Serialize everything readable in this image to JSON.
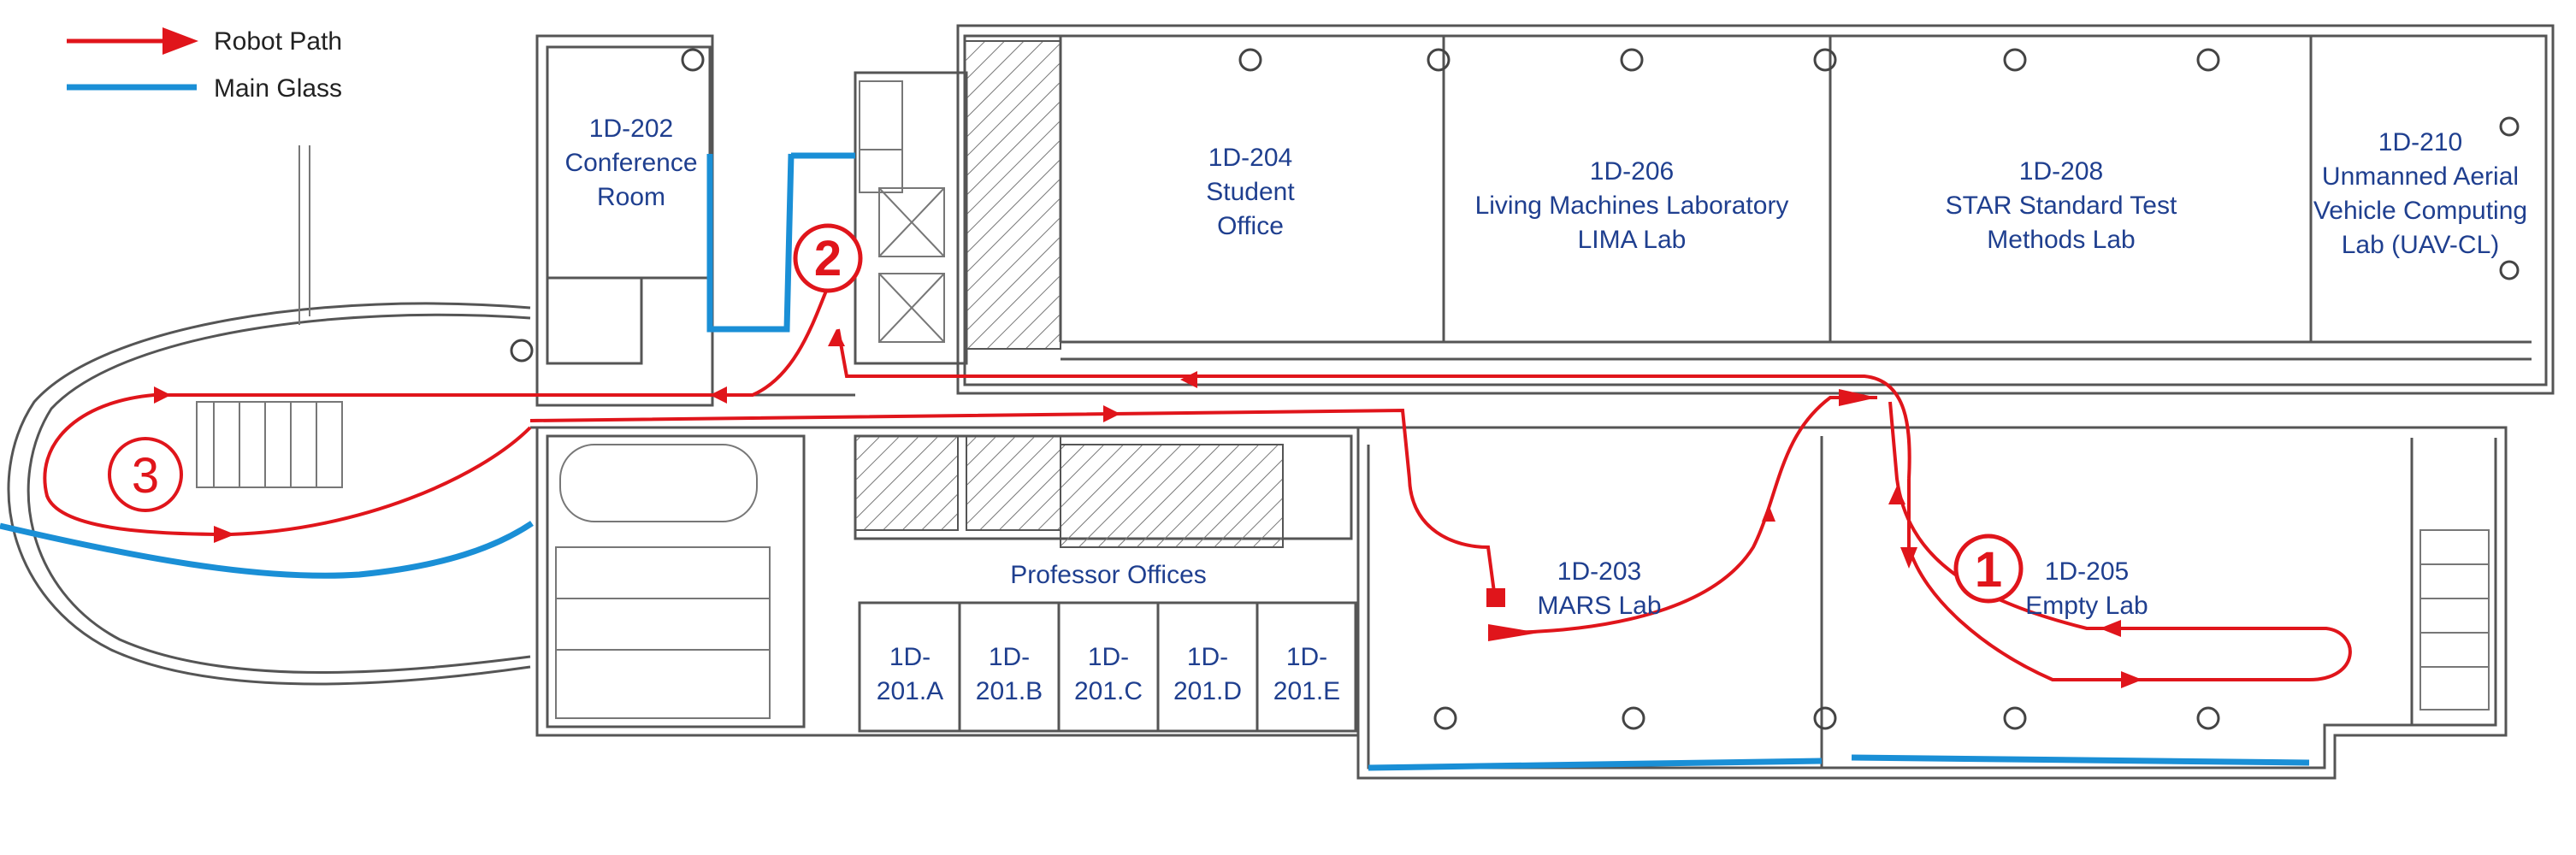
{
  "legend": {
    "robot_path": "Robot Path",
    "main_glass": "Main Glass"
  },
  "rooms": {
    "r202": [
      "1D-202",
      "Conference",
      "Room"
    ],
    "r204": [
      "1D-204",
      "Student",
      "Office"
    ],
    "r206": [
      "1D-206",
      "Living Machines Laboratory",
      "LIMA Lab"
    ],
    "r208": [
      "1D-208",
      "STAR Standard Test",
      "Methods Lab"
    ],
    "r210": [
      "1D-210",
      "Unmanned Aerial",
      "Vehicle Computing",
      "Lab (UAV-CL)"
    ],
    "r203": [
      "1D-203",
      "MARS Lab"
    ],
    "r205": [
      "1D-205",
      "Empty Lab"
    ],
    "professor": [
      "Professor Offices"
    ],
    "r201a": [
      "1D-",
      "201.A"
    ],
    "r201b": [
      "1D-",
      "201.B"
    ],
    "r201c": [
      "1D-",
      "201.C"
    ],
    "r201d": [
      "1D-",
      "201.D"
    ],
    "r201e": [
      "1D-",
      "201.E"
    ]
  },
  "markers": {
    "m1": "1",
    "m2": "2",
    "m3": "3"
  },
  "colors": {
    "robot_path": "#e0151b",
    "main_glass": "#1a8fd6",
    "room_label": "#1f3f8f",
    "walls": "#555555"
  }
}
